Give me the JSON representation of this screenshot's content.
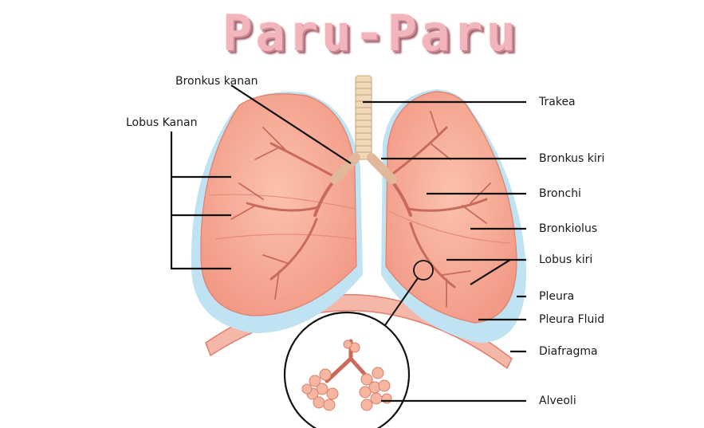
{
  "title": "Paru-Paru",
  "labels": {
    "bronkus_kanan": "Bronkus kanan",
    "lobus_kanan": "Lobus Kanan",
    "trakea": "Trakea",
    "bronkus_kiri": "Bronkus kiri",
    "bronchi": "Bronchi",
    "bronkiolus": "Bronkiolus",
    "lobus_kiri": "Lobus kiri",
    "pleura": "Pleura",
    "pleura_fluid": "Pleura Fluid",
    "diafragma": "Diafragma",
    "alveoli": "Alveoli"
  },
  "colors": {
    "lung": "#f6a590",
    "lung_edge": "#e07f6c",
    "pleura": "#bfe3f2",
    "trachea": "#f0d8b8",
    "diaphragm": "#f4b7a8",
    "branch": "#c96a5a"
  }
}
